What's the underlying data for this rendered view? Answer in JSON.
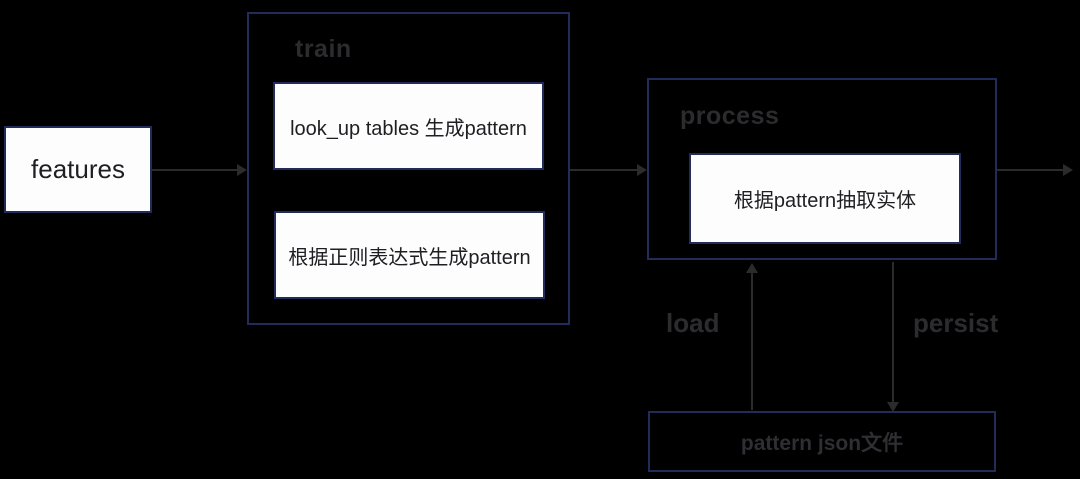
{
  "diagram": {
    "features": {
      "label": "features"
    },
    "train": {
      "title": "train",
      "items": [
        {
          "label": "look_up tables 生成pattern"
        },
        {
          "label": "根据正则表达式生成pattern"
        }
      ]
    },
    "process": {
      "title": "process",
      "items": [
        {
          "label": "根据pattern抽取实体"
        }
      ]
    },
    "pattern_json": {
      "label": "pattern json文件"
    },
    "edges": {
      "load": "load",
      "persist": "persist"
    }
  },
  "colors": {
    "background": "#000000",
    "box_border": "#222c5a",
    "box_fill": "#fdfdfd",
    "box_text": "#1f1f23",
    "dim_label_text": "#2c2c2f",
    "arrow": "#2b2b2b"
  }
}
